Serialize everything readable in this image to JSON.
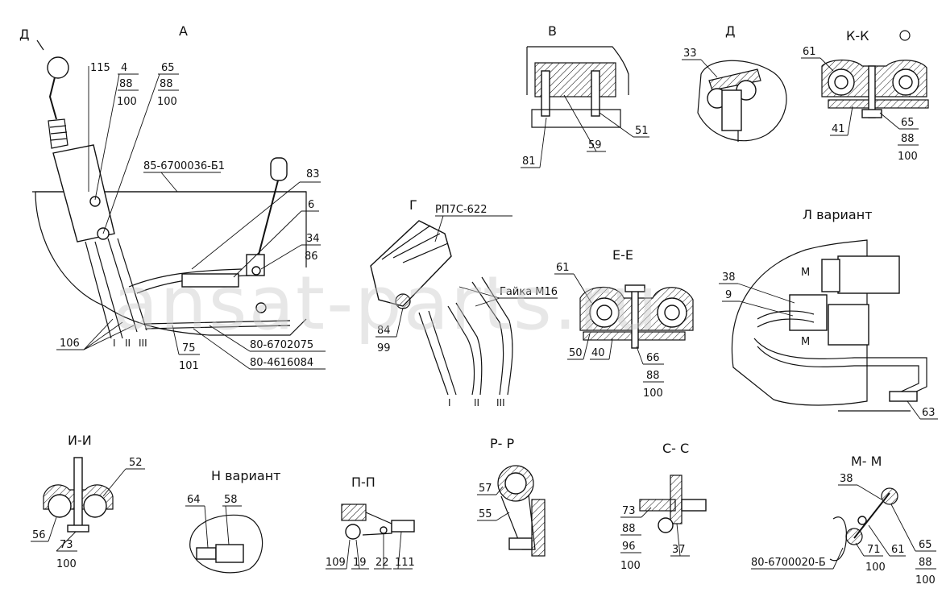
{
  "views": {
    "A": "А",
    "D_arrow": "Д",
    "B": "В",
    "D": "Д",
    "KK": "К-К",
    "G": "Г",
    "EE": "Е-Е",
    "L": "Л вариант",
    "II": "И-И",
    "N": "Н вариант",
    "PP": "П-П",
    "RR": "Р- Р",
    "SS": "С- С",
    "MM": "М- М"
  },
  "callouts": {
    "c115": "115",
    "c4": "4",
    "c88a": "88",
    "c100a": "100",
    "c65a": "65",
    "c88b": "88",
    "c100b": "100",
    "c85": "85-6700036-Б1",
    "c83": "83",
    "c6": "6",
    "c34": "34",
    "c86": "86",
    "c106": "106",
    "c75": "75",
    "c101": "101",
    "c80a": "80-6702075",
    "c80b": "80-4616084",
    "c33": "33",
    "c81": "81",
    "c59": "59",
    "c51": "51",
    "c61a": "61",
    "c41": "41",
    "c65c": "65",
    "c88c": "88",
    "c100c": "100",
    "rp": "РП7С-622",
    "gayka": "Гайка М16",
    "c84": "84",
    "c99": "99",
    "c61b": "61",
    "c50": "50",
    "c40": "40",
    "c66": "66",
    "c88d": "88",
    "c100d": "100",
    "c38a": "38",
    "c9": "9",
    "c63": "63",
    "mA": "М",
    "mB": "М",
    "c52": "52",
    "c56": "56",
    "c73a": "73",
    "c100e": "100",
    "c64": "64",
    "c58": "58",
    "c109": "109",
    "c19": "19",
    "c22": "22",
    "c111": "111",
    "c57": "57",
    "c55": "55",
    "c73b": "73",
    "c88e": "88",
    "c96": "96",
    "c100f": "100",
    "c37": "37",
    "c38b": "38",
    "c80c": "80-6700020-Б",
    "c71": "71",
    "c100g": "100",
    "c61c": "61",
    "c65d": "65",
    "c88f": "88",
    "c100h": "100"
  },
  "positions": {
    "g1": "I",
    "g2": "II",
    "g3": "III",
    "a1": "I",
    "a2": "II",
    "a3": "III"
  },
  "watermark": "ansat-parts.ru"
}
